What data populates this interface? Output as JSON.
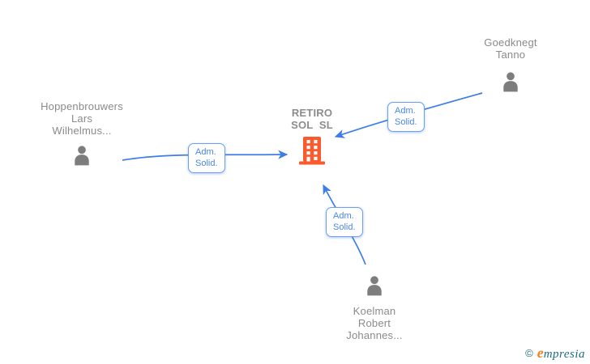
{
  "diagram_type": "company-ownership-network",
  "company": {
    "label_lines": [
      "RETIRO",
      "SOL  SL"
    ],
    "icon": "building-icon",
    "icon_color": "#fb5a2d"
  },
  "people": {
    "hoppenbrouwers": {
      "lines": [
        "Hoppenbrouwers",
        "Lars",
        "Wilhelmus..."
      ]
    },
    "goedknegt": {
      "lines": [
        "Goedknegt",
        "Tanno"
      ]
    },
    "koelman": {
      "lines": [
        "Koelman",
        "Robert",
        "Johannes..."
      ]
    }
  },
  "edges": {
    "left": {
      "lines": [
        "Adm.",
        "Solid."
      ],
      "from": "hoppenbrouwers",
      "to": "company"
    },
    "right": {
      "lines": [
        "Adm.",
        "Solid."
      ],
      "from": "goedknegt",
      "to": "company"
    },
    "bottom": {
      "lines": [
        "Adm.",
        "Solid."
      ],
      "from": "koelman",
      "to": "company"
    }
  },
  "footer": {
    "copyright": "©",
    "brand_initial": "e",
    "brand_rest": "mpresia"
  },
  "colors": {
    "edge_blue": "#3d7de8",
    "label_blue": "#4a86e8",
    "node_gray": "#7d7d7d",
    "text_gray": "#8a8a8a",
    "building_orange": "#fb5a2d",
    "brand_teal": "#1c6b82",
    "brand_orange": "#f5821f"
  }
}
